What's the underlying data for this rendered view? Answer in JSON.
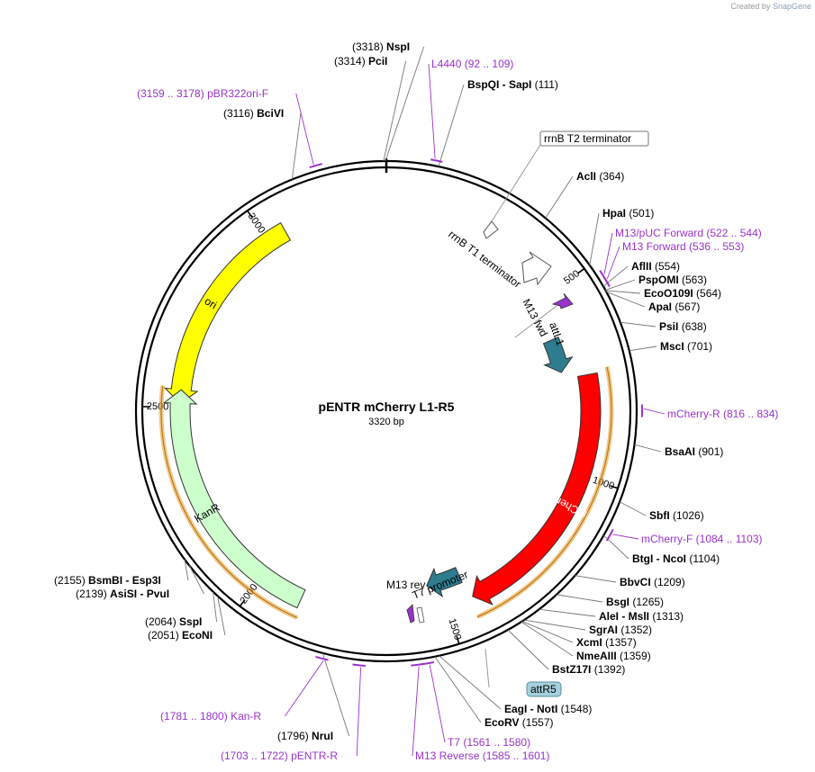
{
  "watermark": {
    "created_by": "Created by",
    "brand": "SnapGene"
  },
  "plasmid": {
    "name": "pENTR mCherry L1-R5",
    "size_label": "3320 bp",
    "size": 3320
  },
  "ticks": [
    {
      "label": "500",
      "bp": 500
    },
    {
      "label": "1000",
      "bp": 1000
    },
    {
      "label": "1500",
      "bp": 1500
    },
    {
      "label": "2000",
      "bp": 2000
    },
    {
      "label": "2500",
      "bp": 2500
    },
    {
      "label": "3000",
      "bp": 3000
    }
  ],
  "features": [
    {
      "name": "ori",
      "start": 2490,
      "end": 3060,
      "dir": -1,
      "color": "#ffff00",
      "text": "#000000"
    },
    {
      "name": "KanR",
      "start": 1875,
      "end": 2550,
      "dir": 1,
      "color": "#ccffcc",
      "text": "#000000"
    },
    {
      "name": "mCherry",
      "start": 725,
      "end": 1440,
      "dir": 1,
      "color": "#ff0000",
      "text": "#ffffff"
    },
    {
      "name": "attL1",
      "start": 620,
      "end": 720,
      "dir": 1,
      "color": "#2e7d8e",
      "text": "#000000"
    },
    {
      "name": "attR5",
      "start": 1440,
      "end": 1545,
      "dir": 1,
      "color": "#2e7d8e",
      "text": "#000000"
    }
  ],
  "inner_labels": [
    {
      "text": "rrnB T2 terminator",
      "boxed": true
    },
    {
      "text": "rrnB T1 terminator"
    },
    {
      "text": "M13 fwd"
    },
    {
      "text": "attL1"
    },
    {
      "text": "mCherry"
    },
    {
      "text": "M13 rev"
    },
    {
      "text": "T7 promoter"
    },
    {
      "text": "ori"
    },
    {
      "text": "KanR"
    },
    {
      "text": "attR5",
      "boxed": true
    }
  ],
  "sites": [
    {
      "name": "NspI",
      "pos": "(3318)",
      "bp": 3318
    },
    {
      "name": "PciI",
      "pos": "(3314)",
      "bp": 3314
    },
    {
      "name": "BciVI",
      "pos": "(3116)",
      "bp": 3116
    },
    {
      "name": "BspQI",
      "name2": "SapI",
      "pos": "(111)",
      "bp": 111
    },
    {
      "name": "AclI",
      "pos": "(364)",
      "bp": 364
    },
    {
      "name": "HpaI",
      "pos": "(501)",
      "bp": 501
    },
    {
      "name": "AflII",
      "pos": "(554)",
      "bp": 554
    },
    {
      "name": "PspOMI",
      "pos": "(563)",
      "bp": 563
    },
    {
      "name": "EcoO109I",
      "pos": "(564)",
      "bp": 564
    },
    {
      "name": "ApaI",
      "pos": "(567)",
      "bp": 567
    },
    {
      "name": "PsiI",
      "pos": "(638)",
      "bp": 638
    },
    {
      "name": "MscI",
      "pos": "(701)",
      "bp": 701
    },
    {
      "name": "BsaAI",
      "pos": "(901)",
      "bp": 901
    },
    {
      "name": "SbfI",
      "pos": "(1026)",
      "bp": 1026
    },
    {
      "name": "BtgI",
      "name2": "NcoI",
      "pos": "(1104)",
      "bp": 1104
    },
    {
      "name": "BbvCI",
      "pos": "(1209)",
      "bp": 1209
    },
    {
      "name": "BsgI",
      "pos": "(1265)",
      "bp": 1265
    },
    {
      "name": "AleI",
      "name2": "MslI",
      "pos": "(1313)",
      "bp": 1313
    },
    {
      "name": "SgrAI",
      "pos": "(1352)",
      "bp": 1352
    },
    {
      "name": "XcmI",
      "pos": "(1357)",
      "bp": 1357
    },
    {
      "name": "NmeAIII",
      "pos": "(1359)",
      "bp": 1359
    },
    {
      "name": "BstZ17I",
      "pos": "(1392)",
      "bp": 1392
    },
    {
      "name": "EagI",
      "name2": "NotI",
      "pos": "(1548)",
      "bp": 1548
    },
    {
      "name": "EcoRV",
      "pos": "(1557)",
      "bp": 1557
    },
    {
      "name": "NruI",
      "pos": "(1796)",
      "bp": 1796
    },
    {
      "name": "EcoNI",
      "pos": "(2051)",
      "bp": 2051
    },
    {
      "name": "SspI",
      "pos": "(2064)",
      "bp": 2064
    },
    {
      "name": "AsiSI",
      "name2": "PvuI",
      "pos": "(2139)",
      "bp": 2139
    },
    {
      "name": "BsmBI",
      "name2": "Esp3I",
      "pos": "(2155)",
      "bp": 2155
    }
  ],
  "primers": [
    {
      "name": "L4440",
      "range": "(92 .. 109)",
      "start": 92,
      "end": 109
    },
    {
      "name": "pBR322ori-F",
      "range": "(3159 .. 3178)",
      "start": 3159,
      "end": 3178
    },
    {
      "name": "M13/pUC Forward",
      "range": "(522 .. 544)",
      "start": 522,
      "end": 544
    },
    {
      "name": "M13 Forward",
      "range": "(536 .. 553)",
      "start": 536,
      "end": 553
    },
    {
      "name": "mCherry-R",
      "range": "(816 .. 834)",
      "start": 816,
      "end": 834
    },
    {
      "name": "mCherry-F",
      "range": "(1084 .. 1103)",
      "start": 1084,
      "end": 1103
    },
    {
      "name": "T7",
      "range": "(1561 .. 1580)",
      "start": 1561,
      "end": 1580
    },
    {
      "name": "M13 Reverse",
      "range": "(1585 .. 1601)",
      "start": 1585,
      "end": 1601
    },
    {
      "name": "pENTR-R",
      "range": "(1703 .. 1722)",
      "start": 1703,
      "end": 1722
    },
    {
      "name": "Kan-R",
      "range": "(1781 .. 1800)",
      "start": 1781,
      "end": 1800
    }
  ],
  "colors": {
    "primer": "#9933cc",
    "backbone": "#000000",
    "orf_outline": "#e8a33d",
    "site_line": "#777777"
  }
}
